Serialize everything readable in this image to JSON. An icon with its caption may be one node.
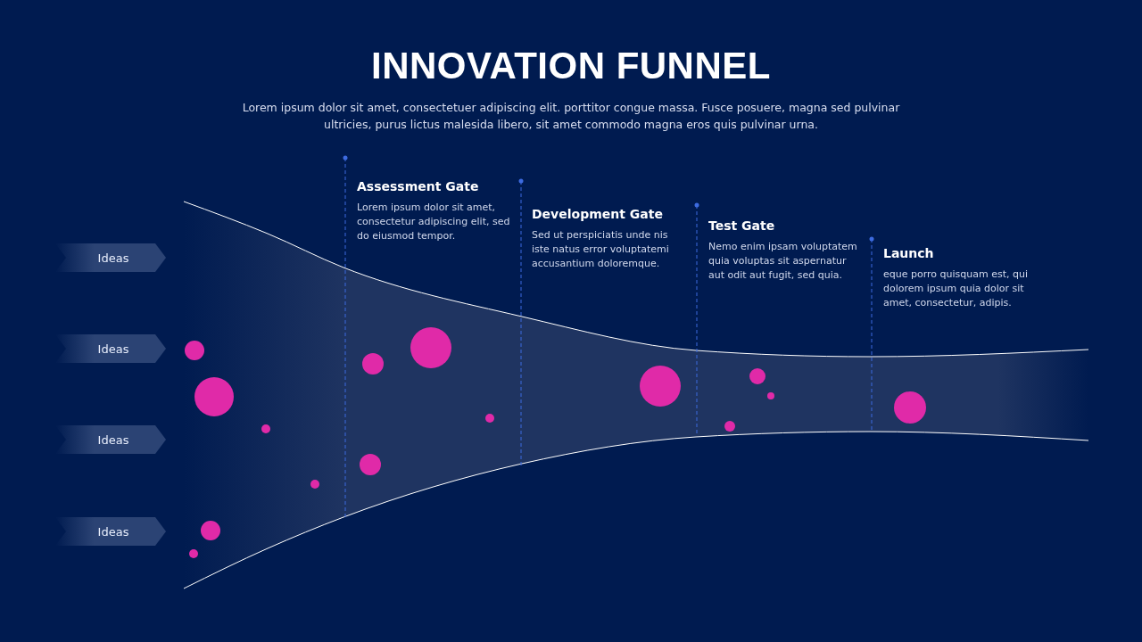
{
  "diagram": {
    "title": "INNOVATION FUNNEL",
    "nodes": [
      {
        "text": [
          "Ideas"
        ]
      },
      {
        "text": [
          "Ideas"
        ]
      },
      {
        "text": [
          "Ideas"
        ]
      },
      {
        "text": [
          "Ideas"
        ]
      }
    ],
    "labels": [
      "Lorem ipsum dolor sit amet, consectetuer adipiscing elit. porttitor congue massa. Fusce posuere, magna sed pulvinar ultricies, purus lictus malesida libero, sit amet commodo magna eros quis pulvinar urna.",
      "Assessment Gate",
      "Lorem ipsum dolor sit amet, consectetur adipiscing elit, sed do eiusmod tempor.",
      "Development Gate",
      "Sed ut perspiciatis unde nis iste natus error voluptatemi accusantium doloremque.",
      "Test Gate",
      "Nemo enim ipsam voluptatem quia voluptas sit aspernatur aut odit aut fugit, sed quia.",
      "Launch",
      "eque porro quisquam est, qui dolorem ipsum quia dolor sit amet, consectetur, adipis."
    ]
  }
}
